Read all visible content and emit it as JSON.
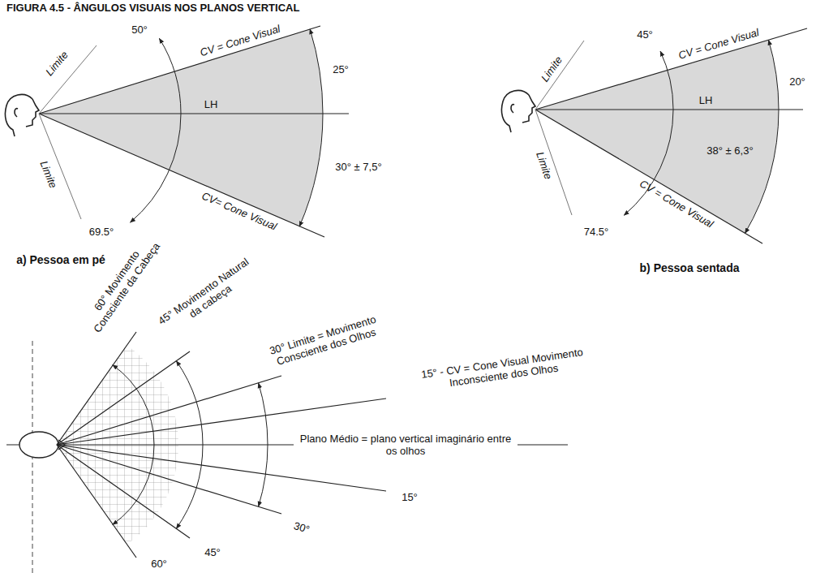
{
  "diagram": {
    "title": "FIGURA 4.5 - ÂNGULOS VISUAIS NOS PLANOS VERTICAL",
    "labels": [
      "Limite",
      "50°",
      "CV = Cone Visual",
      "25°",
      "LH",
      "30° ± 7,5°",
      "69.5°",
      "Limite",
      "CV= Cone Visual",
      "a) Pessoa em pé",
      "Limite",
      "45°",
      "CV = Cone Visual",
      "20°",
      "LH",
      "38° ± 6,3°",
      "74.5°",
      "Limite",
      "CV = Cone Visual",
      "b) Pessoa sentada",
      "60° Movimento Consciente da Cabeça",
      "45° Movimento Natural da cabeça",
      "30° Limite = Movimento Consciente dos Olhos",
      "15° - CV = Cone Visual Movimento Inconsciente dos Olhos",
      "Plano Médio = plano vertical imaginário entre os olhos",
      "15°",
      "30°",
      "45°",
      "60°"
    ]
  }
}
